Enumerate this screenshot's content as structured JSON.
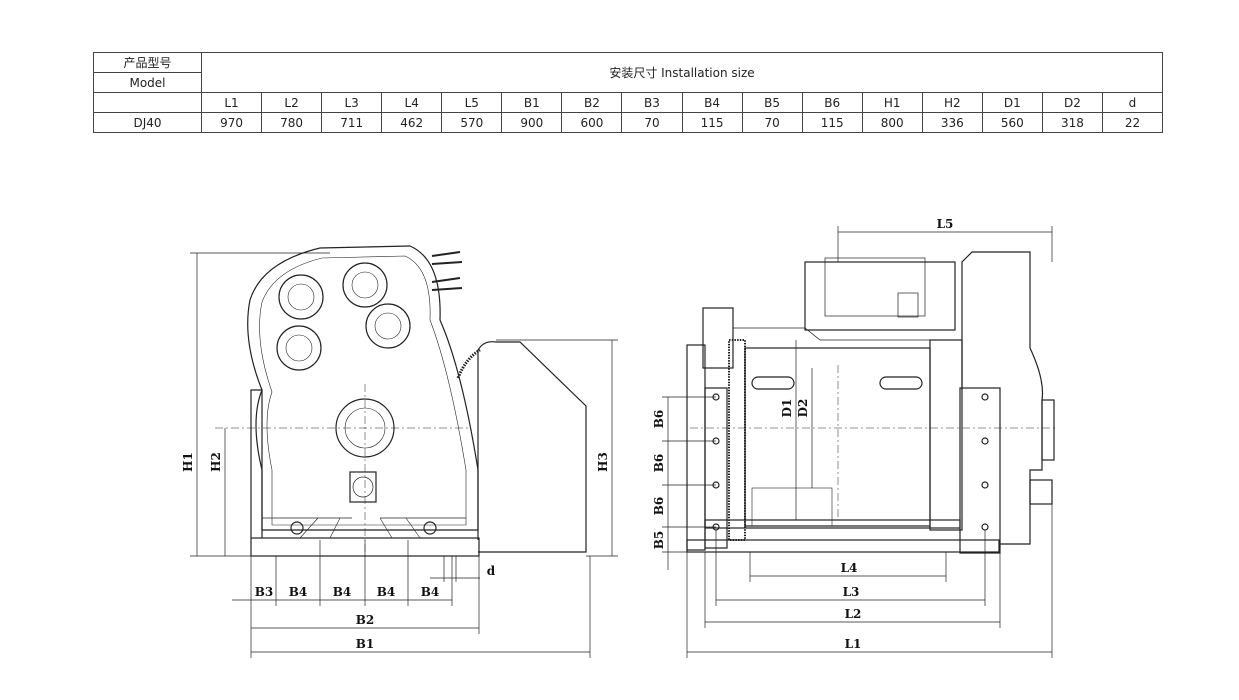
{
  "table": {
    "header_model_cn": "产品型号",
    "header_model_en": "Model",
    "header_install": "安装尺寸 Installation size",
    "columns": [
      "L1",
      "L2",
      "L3",
      "L4",
      "L5",
      "B1",
      "B2",
      "B3",
      "B4",
      "B5",
      "B6",
      "H1",
      "H2",
      "D1",
      "D2",
      "d"
    ],
    "rows": [
      {
        "model": "DJ40",
        "values": [
          "970",
          "780",
          "711",
          "462",
          "570",
          "900",
          "600",
          "70",
          "115",
          "70",
          "115",
          "800",
          "336",
          "560",
          "318",
          "22"
        ]
      }
    ]
  },
  "front_view": {
    "labels": {
      "h1": "H1",
      "h2": "H2",
      "h3": "H3",
      "b1": "B1",
      "b2": "B2",
      "b3": "B3",
      "b4_1": "B4",
      "b4_2": "B4",
      "b4_3": "B4",
      "b4_4": "B4",
      "d": "d"
    }
  },
  "side_view": {
    "labels": {
      "l1": "L1",
      "l2": "L2",
      "l3": "L3",
      "l4": "L4",
      "l5": "L5",
      "d1": "D1",
      "d2": "D2",
      "b6_1": "B6",
      "b6_2": "B6",
      "b6_3": "B6",
      "b5": "B5"
    }
  }
}
